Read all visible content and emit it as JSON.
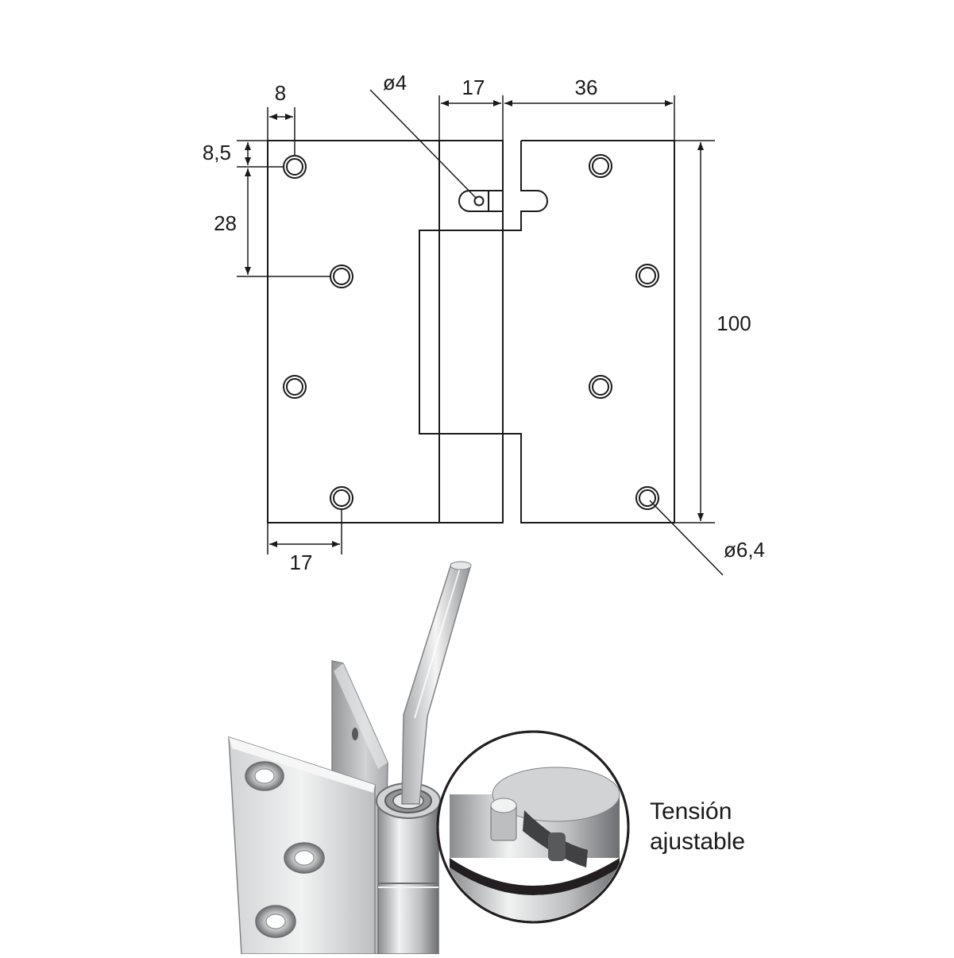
{
  "drawing": {
    "dimensions": {
      "hole_offset_x": "8",
      "hole_offset_y": "8,5",
      "hole_spacing_vertical": "28",
      "pin_hole_diameter": "ø4",
      "knuckle_width": "17",
      "leaf_width": "36",
      "height": "100",
      "hole_offset_bottom": "17",
      "screw_hole_diameter": "ø6,4"
    }
  },
  "photo": {
    "caption_line1": "Tensión",
    "caption_line2": "ajustable"
  },
  "colors": {
    "line": "#1a1a1a",
    "steel_light": "#e6e7e8",
    "steel_mid": "#bcbec0",
    "steel_dark": "#6d6e71"
  }
}
